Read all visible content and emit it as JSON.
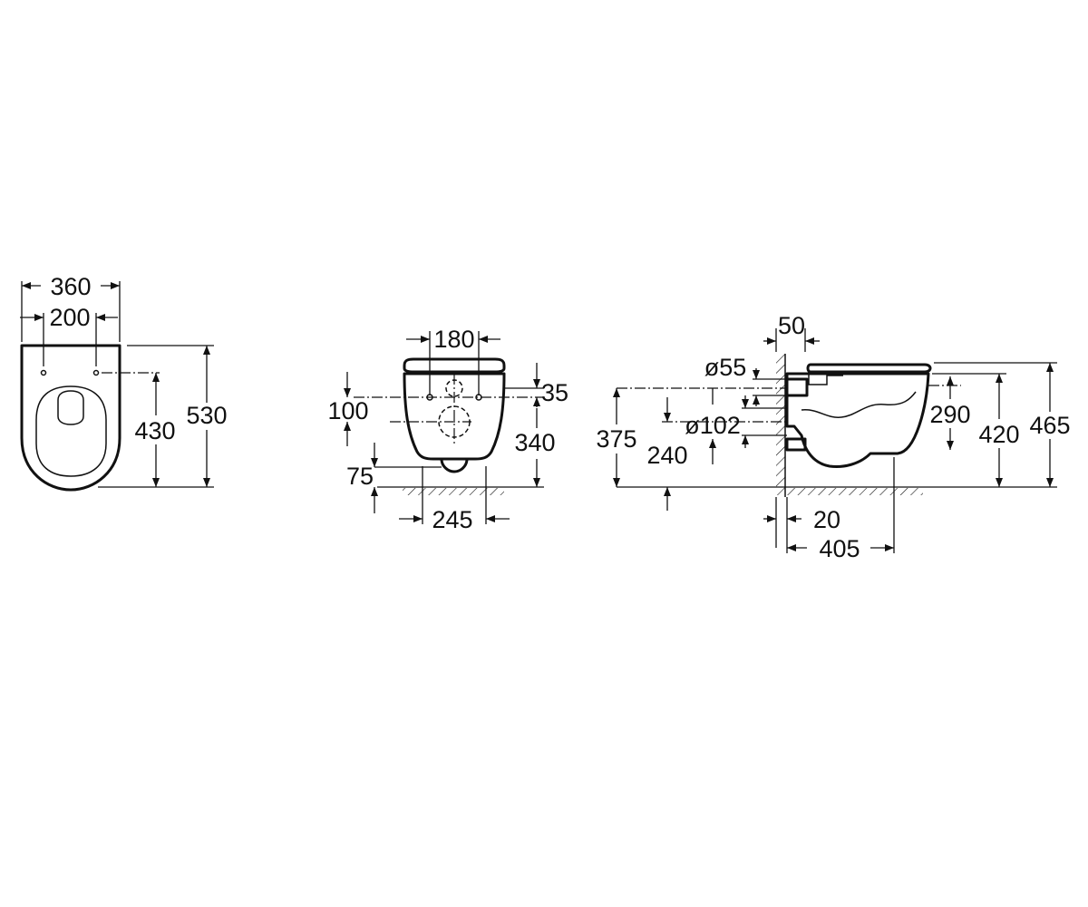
{
  "top_view": {
    "width_outer": "360",
    "width_fixing": "200",
    "depth_total": "530",
    "depth_fixing": "430"
  },
  "front_view": {
    "fixing_spacing": "180",
    "seat_to_fixing": "35",
    "fixing_to_waste": "100",
    "bowl_height": "340",
    "waste_height": "75",
    "base_width": "245"
  },
  "side_view": {
    "wall_gap": "50",
    "inlet_diameter": "ø55",
    "waste_diameter": "ø102",
    "inlet_height": "375",
    "waste_centre_height": "240",
    "fixing_height": "290",
    "rim_height": "420",
    "seat_height": "465",
    "wall_offset": "20",
    "projection": "405"
  }
}
